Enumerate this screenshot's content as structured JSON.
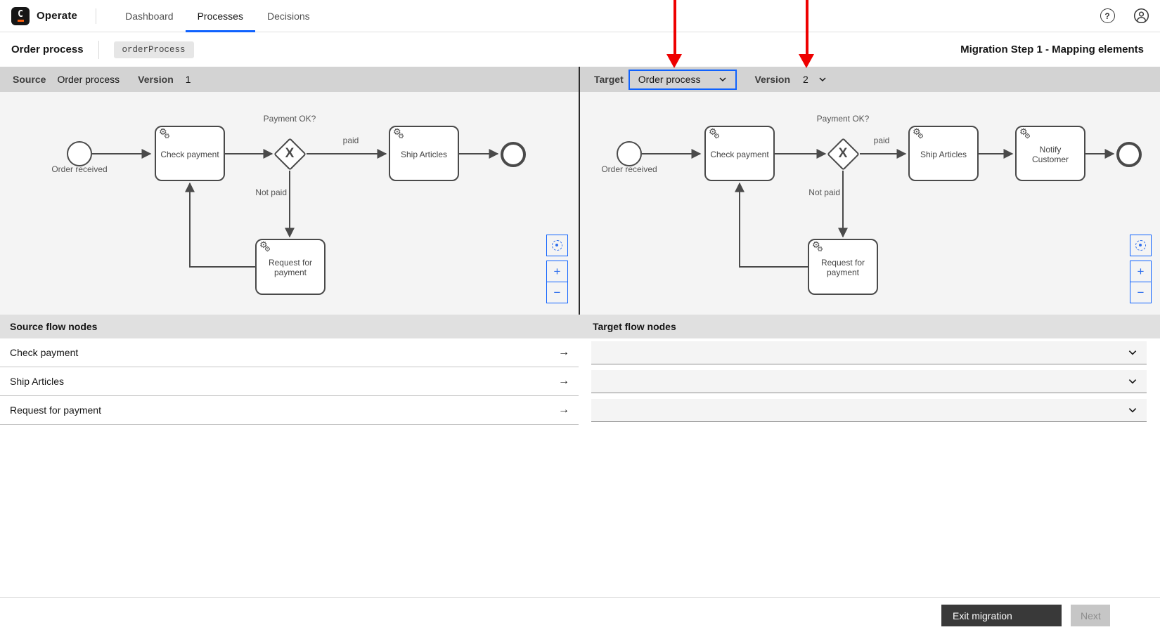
{
  "nav": {
    "app": "Operate",
    "logo_letter": "C",
    "tabs": [
      {
        "label": "Dashboard",
        "active": false
      },
      {
        "label": "Processes",
        "active": true
      },
      {
        "label": "Decisions",
        "active": false
      }
    ]
  },
  "icons": {
    "help": "?",
    "gear": "⚙",
    "arrow_right": "→",
    "plus": "+",
    "minus": "−"
  },
  "subheader": {
    "process_name": "Order process",
    "process_id_badge": "orderProcess",
    "step_title": "Migration Step 1 - Mapping elements"
  },
  "source_panel": {
    "label": "Source",
    "process_name": "Order process",
    "version_label": "Version",
    "version": "1"
  },
  "target_panel": {
    "label": "Target",
    "process_select_value": "Order process",
    "version_label": "Version",
    "version_select_value": "2"
  },
  "diagram_source": {
    "start_label": "Order received",
    "task_check": "Check payment",
    "gateway_label": "Payment OK?",
    "gateway_marker": "X",
    "edge_paid": "paid",
    "edge_not_paid": "Not paid",
    "task_ship": "Ship Articles",
    "task_request": "Request for payment"
  },
  "diagram_target": {
    "start_label": "Order received",
    "task_check": "Check payment",
    "gateway_label": "Payment OK?",
    "gateway_marker": "X",
    "edge_paid": "paid",
    "edge_not_paid": "Not paid",
    "task_ship": "Ship Articles",
    "task_notify": "Notify Customer",
    "task_request": "Request for payment"
  },
  "mapping_table": {
    "source_header": "Source flow nodes",
    "target_header": "Target flow nodes",
    "rows": [
      {
        "source": "Check payment",
        "target_value": ""
      },
      {
        "source": "Ship Articles",
        "target_value": ""
      },
      {
        "source": "Request for payment",
        "target_value": ""
      }
    ]
  },
  "footer": {
    "exit_label": "Exit migration",
    "next_label": "Next"
  },
  "colors": {
    "accent_blue": "#0f62fe",
    "annotation_red": "#ee0000",
    "dark_button": "#393939",
    "panel_header_gray": "#d3d3d3",
    "diagram_gray": "#f4f4f4"
  }
}
